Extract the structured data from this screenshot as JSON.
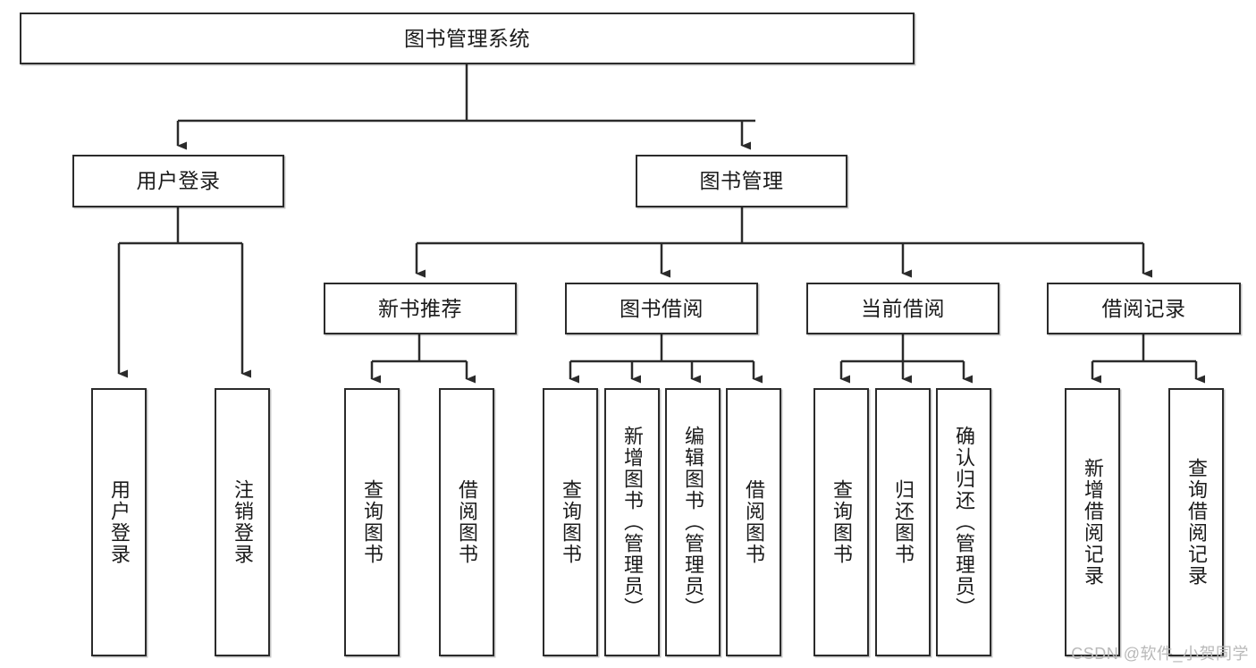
{
  "diagram": {
    "type": "tree-hierarchy",
    "title": "图书管理系统",
    "watermark": "CSDN @软件_小贺同学",
    "colors": {
      "stroke": "#2b2b2b",
      "fill": "#ffffff",
      "text": "#1b1b1b",
      "watermark": "#b9b9b9"
    },
    "levels": {
      "root": {
        "id": "root",
        "label": "图书管理系统"
      },
      "level2": [
        {
          "id": "user-login",
          "label": "用户登录"
        },
        {
          "id": "book-management",
          "label": "图书管理"
        }
      ],
      "level3": [
        {
          "id": "new-book-recommend",
          "label": "新书推荐",
          "parent": "book-management"
        },
        {
          "id": "book-borrow",
          "label": "图书借阅",
          "parent": "book-management"
        },
        {
          "id": "current-borrow",
          "label": "当前借阅",
          "parent": "book-management"
        },
        {
          "id": "borrow-record",
          "label": "借阅记录",
          "parent": "book-management"
        }
      ],
      "leaves": [
        {
          "id": "leaf-user-login",
          "label": "用户登录",
          "parent": "user-login"
        },
        {
          "id": "leaf-user-logout",
          "label": "注销登录",
          "parent": "user-login"
        },
        {
          "id": "leaf-query-book-1",
          "label": "查询图书",
          "parent": "new-book-recommend"
        },
        {
          "id": "leaf-borrow-book-1",
          "label": "借阅图书",
          "parent": "new-book-recommend"
        },
        {
          "id": "leaf-query-book-2",
          "label": "查询图书",
          "parent": "book-borrow"
        },
        {
          "id": "leaf-add-book",
          "label": "新增图书（管理员）",
          "parent": "book-borrow"
        },
        {
          "id": "leaf-edit-book",
          "label": "编辑图书（管理员）",
          "parent": "book-borrow"
        },
        {
          "id": "leaf-borrow-book-2",
          "label": "借阅图书",
          "parent": "book-borrow"
        },
        {
          "id": "leaf-query-book-3",
          "label": "查询图书",
          "parent": "current-borrow"
        },
        {
          "id": "leaf-return-book",
          "label": "归还图书",
          "parent": "current-borrow"
        },
        {
          "id": "leaf-confirm-return",
          "label": "确认归还（管理员）",
          "parent": "current-borrow"
        },
        {
          "id": "leaf-add-record",
          "label": "新增借阅记录",
          "parent": "borrow-record"
        },
        {
          "id": "leaf-query-record",
          "label": "查询借阅记录",
          "parent": "borrow-record"
        }
      ]
    }
  }
}
